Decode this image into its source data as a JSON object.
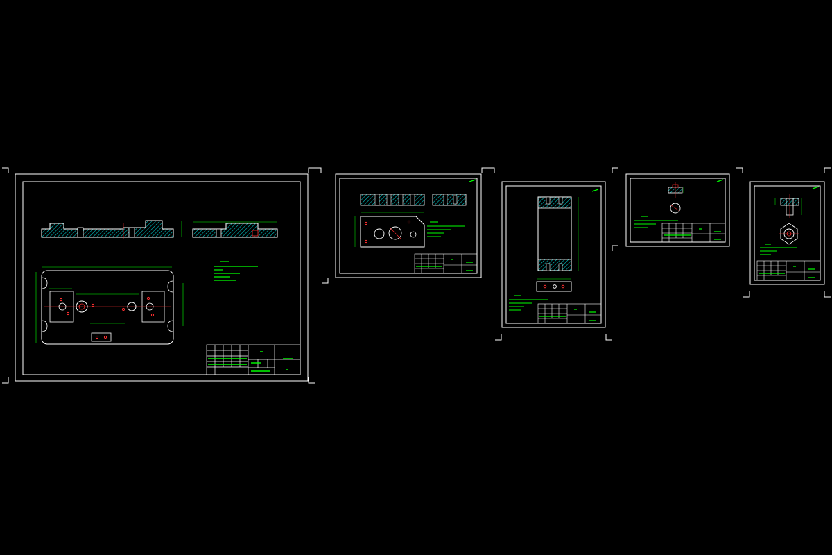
{
  "viewport": {
    "background": "#000000"
  },
  "colors": {
    "frame": "#ffffff",
    "geometry": "#ffffff",
    "dimension": "#00ff00",
    "hatch": "#00c8c8",
    "center": "#ff3030",
    "hole": "#ff3030",
    "text": "#00ff00"
  },
  "sheets": [
    {
      "id": "sheet-1",
      "label": "",
      "has_sections": true,
      "has_plan": true
    },
    {
      "id": "sheet-2",
      "label": "",
      "has_sections": true,
      "has_plan": true
    },
    {
      "id": "sheet-3",
      "label": "",
      "has_sections": true,
      "has_plan": true
    },
    {
      "id": "sheet-4",
      "label": "",
      "has_sections": true,
      "has_plan": true
    },
    {
      "id": "sheet-5",
      "label": "",
      "has_sections": true,
      "has_plan": true
    }
  ]
}
